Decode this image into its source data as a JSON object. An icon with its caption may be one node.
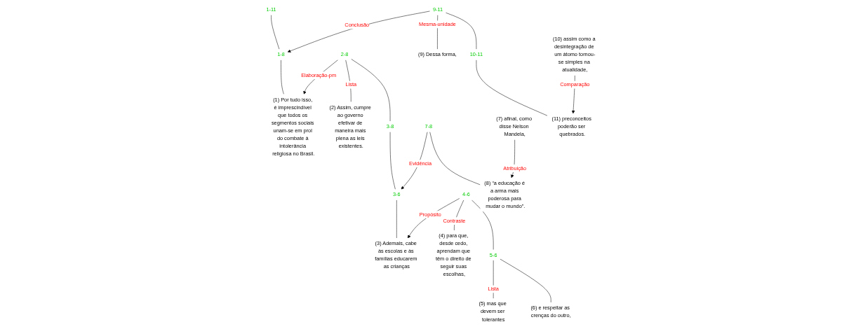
{
  "diagram": {
    "nodes": [
      {
        "text": [
          "1-11"
        ]
      },
      {
        "text": [
          "1-8"
        ]
      },
      {
        "text": [
          "9-11"
        ]
      },
      {
        "text": [
          "(1) Por tudo isso, é imprescindível que todos os segmentos sociais unam-se em prol do combate à intolerância religiosa no Brasil."
        ]
      },
      {
        "text": [
          "2-8"
        ]
      },
      {
        "text": [
          "(2) Assim, cumpre ao governo efetivar de maneira mais plena as leis existentes."
        ]
      },
      {
        "text": [
          "3-8"
        ]
      },
      {
        "text": [
          "3-6"
        ]
      },
      {
        "text": [
          "7-8"
        ]
      },
      {
        "text": [
          "(3) Ademais, cabe às escolas e às famílias educarem as crianças"
        ]
      },
      {
        "text": [
          "4-6"
        ]
      },
      {
        "text": [
          "(4) para que, desde cedo, aprendam que têm o direito de seguir suas escolhas,"
        ]
      },
      {
        "text": [
          "5-6"
        ]
      },
      {
        "text": [
          "(5) mas que devem ser tolerantes"
        ]
      },
      {
        "text": [
          "(6) e respeitar as crenças do outro,"
        ]
      },
      {
        "text": [
          "(7) afinal, como disse Nelson Mandela,"
        ]
      },
      {
        "text": [
          "(8) “a educação é a arma mais poderosa para mudar o mundo”."
        ]
      },
      {
        "text": [
          "(9) Dessa forma,"
        ]
      },
      {
        "text": [
          "10-11"
        ]
      },
      {
        "text": [
          "(10) assim como a desintegração de um átomo tornou-se simples na atualidade,"
        ]
      },
      {
        "text": [
          "(11) preconceitos poderão ser quebrados."
        ]
      }
    ],
    "edges": [
      {
        "from": 0,
        "to": 1,
        "arrow": "none"
      },
      {
        "from": 2,
        "to": 1,
        "arrow": "to",
        "label": "Conclusão"
      },
      {
        "from": 1,
        "to": 3,
        "arrow": "none"
      },
      {
        "from": 4,
        "to": 3,
        "arrow": "to",
        "label": "Elaboração-pm"
      },
      {
        "from": 4,
        "to": 5,
        "arrow": "none",
        "label": "Lista"
      },
      {
        "from": 4,
        "to": 6,
        "arrow": "none"
      },
      {
        "from": 6,
        "to": 7,
        "arrow": "none"
      },
      {
        "from": 8,
        "to": 7,
        "arrow": "to",
        "label": "Evidência"
      },
      {
        "from": 7,
        "to": 9,
        "arrow": "none"
      },
      {
        "from": 10,
        "to": 9,
        "arrow": "to",
        "label": "Propósito"
      },
      {
        "from": 10,
        "to": 11,
        "arrow": "none",
        "label": "Contraste"
      },
      {
        "from": 10,
        "to": 12,
        "arrow": "none"
      },
      {
        "from": 12,
        "to": 13,
        "arrow": "none",
        "label": "Lista"
      },
      {
        "from": 12,
        "to": 14,
        "arrow": "none"
      },
      {
        "from": 8,
        "to": 16,
        "arrow": "none"
      },
      {
        "from": 15,
        "to": 16,
        "arrow": "to",
        "label": "Atribuição"
      },
      {
        "from": 2,
        "to": 17,
        "arrow": "none",
        "label": "Mesma-unidade"
      },
      {
        "from": 2,
        "to": 18,
        "arrow": "none"
      },
      {
        "from": 18,
        "to": 20,
        "arrow": "none"
      },
      {
        "from": 19,
        "to": 20,
        "arrow": "to",
        "label": "Comparação"
      }
    ]
  }
}
